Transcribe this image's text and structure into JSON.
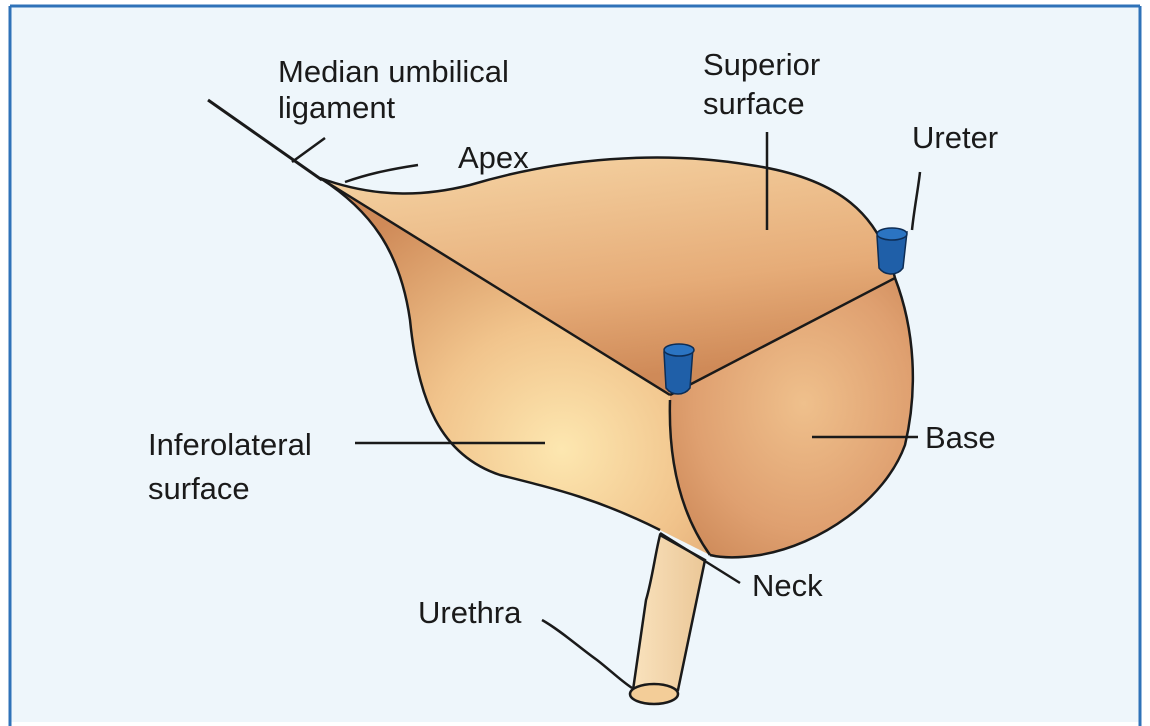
{
  "colors": {
    "background": "#eef6fb",
    "border": "#2f72b8",
    "outline": "#1a1a1a",
    "ureter": "#1f5fa8"
  },
  "labels": {
    "median_umbilical_ligament": [
      "Median umbilical",
      "ligament"
    ],
    "apex": "Apex",
    "superior_surface": [
      "Superior",
      "surface"
    ],
    "ureter": "Ureter",
    "inferolateral_surface": [
      "Inferolateral",
      "surface"
    ],
    "base": "Base",
    "neck": "Neck",
    "urethra": "Urethra"
  }
}
